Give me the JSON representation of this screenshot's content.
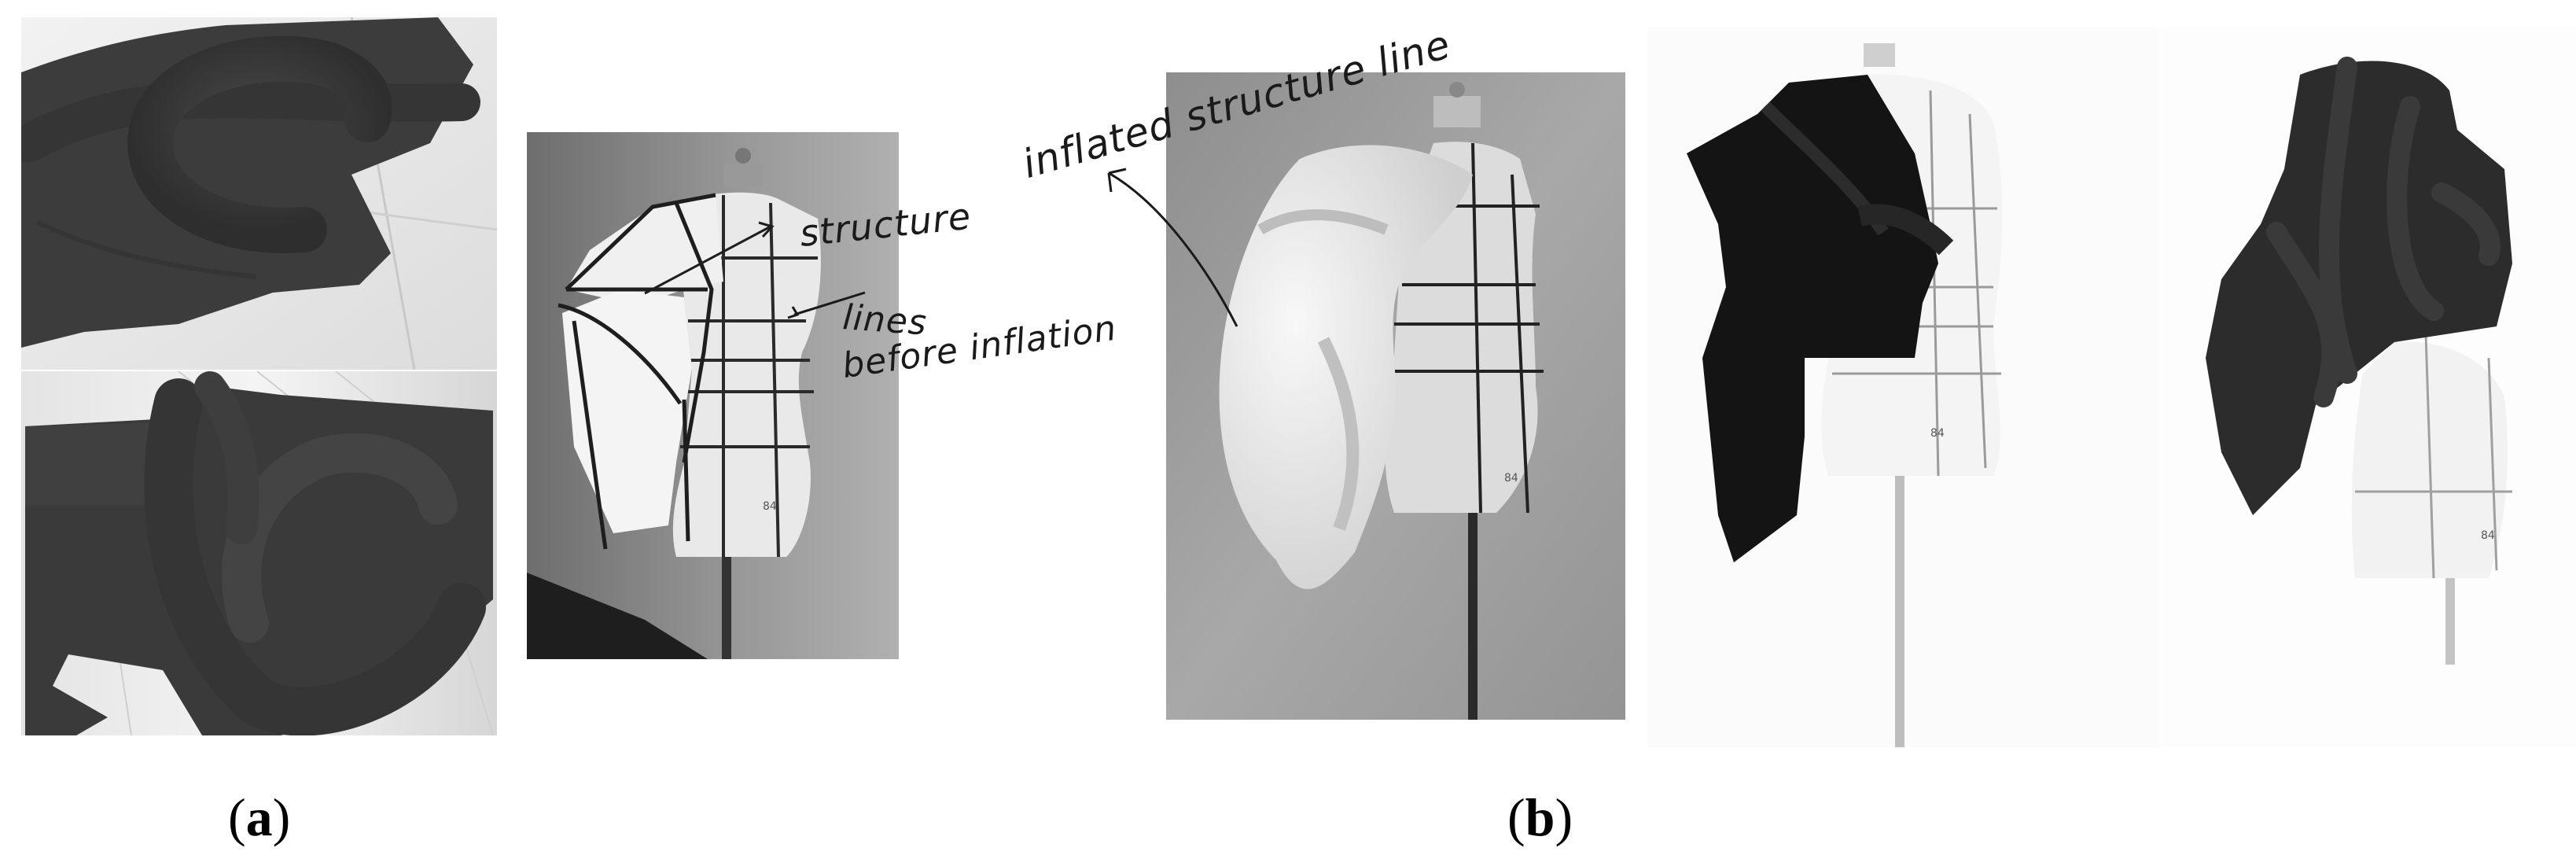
{
  "figure": {
    "panels": [
      {
        "id": "a-top",
        "description": "dark fabric with inflated tube on floor"
      },
      {
        "id": "a-bottom",
        "description": "dark fabric with coiled inflated tube on floor"
      },
      {
        "id": "b-1",
        "description": "dress form with white fabric and drawn structure lines"
      },
      {
        "id": "b-2",
        "description": "dress form with inflated white fabric structure"
      },
      {
        "id": "b-3",
        "description": "dress form with black draped ruffled garment"
      },
      {
        "id": "b-4",
        "description": "dress form with black garment of inflated tubes"
      }
    ],
    "annotations": {
      "structure_line1": "structure",
      "structure_line2": "lines",
      "structure_line3": "before inflation",
      "inflated": "inflated structure line"
    },
    "dress_form_tag": "84",
    "labels": {
      "a": "a",
      "b": "b"
    },
    "colors": {
      "background": "#ffffff",
      "fabric_dark": "#3a3a3a",
      "fabric_black": "#141414",
      "form_white": "#e8e8e8",
      "wall_gray": "#8a8a8a",
      "ink": "#1a1a1a"
    }
  }
}
